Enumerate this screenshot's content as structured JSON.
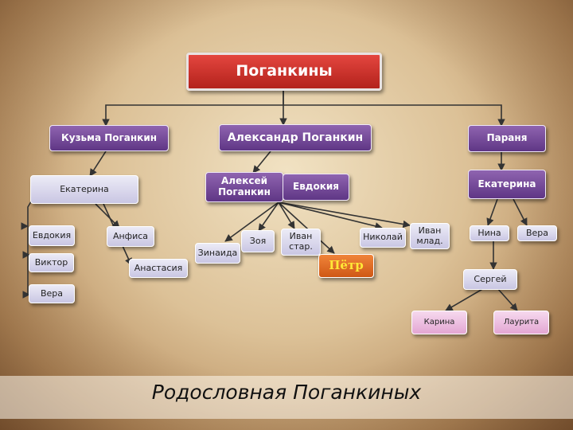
{
  "title": "Поганкины",
  "row1": {
    "kuzma": "Кузьма Поганкин",
    "alexandr": "Александр Поганкин",
    "paranya": "Параня"
  },
  "row2": {
    "ekaterina_left": "Екатерина",
    "aleksey": "Алексей Поганкин",
    "evdokiya_spouse": "Евдокия",
    "ekaterina_right": "Екатерина"
  },
  "left_side": {
    "evdokiya": "Евдокия",
    "viktor": "Виктор",
    "vera": "Вера"
  },
  "children": {
    "anfisa": "Анфиса",
    "anastasiya": "Анастасия",
    "zinaida": "Зинаида",
    "zoya": "Зоя",
    "ivan_star": "Иван стар.",
    "nikolay": "Николай",
    "ivan_mlad": "Иван млад.",
    "petr": "Пётр"
  },
  "right_side": {
    "nina": "Нина",
    "vera": "Вера",
    "sergey": "Сергей",
    "karina": "Карина",
    "laurita": "Лаурита"
  },
  "caption": "Родословная Поганкиных",
  "colors": {
    "title_box": "#c8302a",
    "main_box": "#7a4f9c",
    "light_box": "#dad8ee",
    "pink_box": "#ecbfe2",
    "highlight_box": "#e06a22",
    "highlight_text": "#ffe838",
    "connector": "#3a3a3a"
  }
}
